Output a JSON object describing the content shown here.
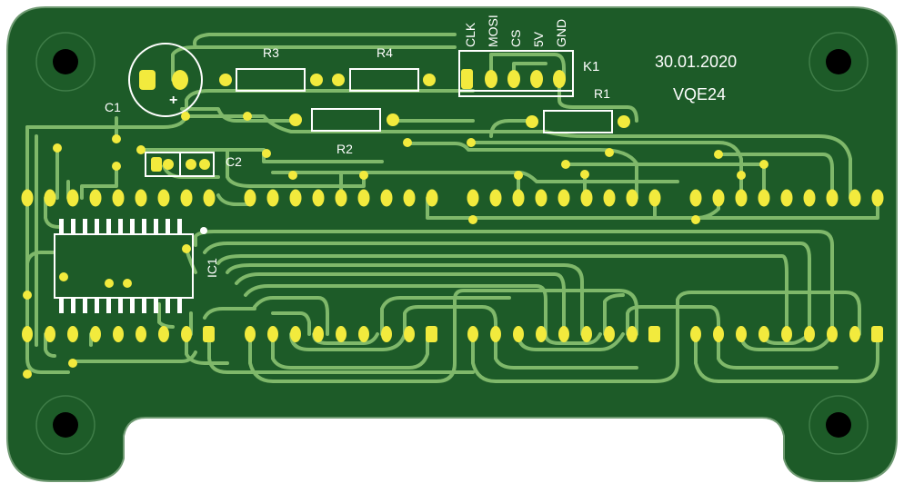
{
  "colors": {
    "background": "#ffffff",
    "board": "#1d5b28",
    "board_edge": "#6f9a72",
    "trace": "#7fb86a",
    "pad": "#f2ea3d",
    "silkscreen": "#ffffff",
    "hole": "#000000"
  },
  "labels": {
    "connector": {
      "pins": [
        "CLK",
        "MOSI",
        "CS",
        "5V",
        "GND"
      ],
      "ref": "K1"
    },
    "date": "30.01.2020",
    "board_name": "VQE24",
    "r1": "R1",
    "r2": "R2",
    "r3": "R3",
    "r4": "R4",
    "c1": "C1",
    "c2": "C2",
    "ic1": "IC1",
    "polarity": "+"
  }
}
